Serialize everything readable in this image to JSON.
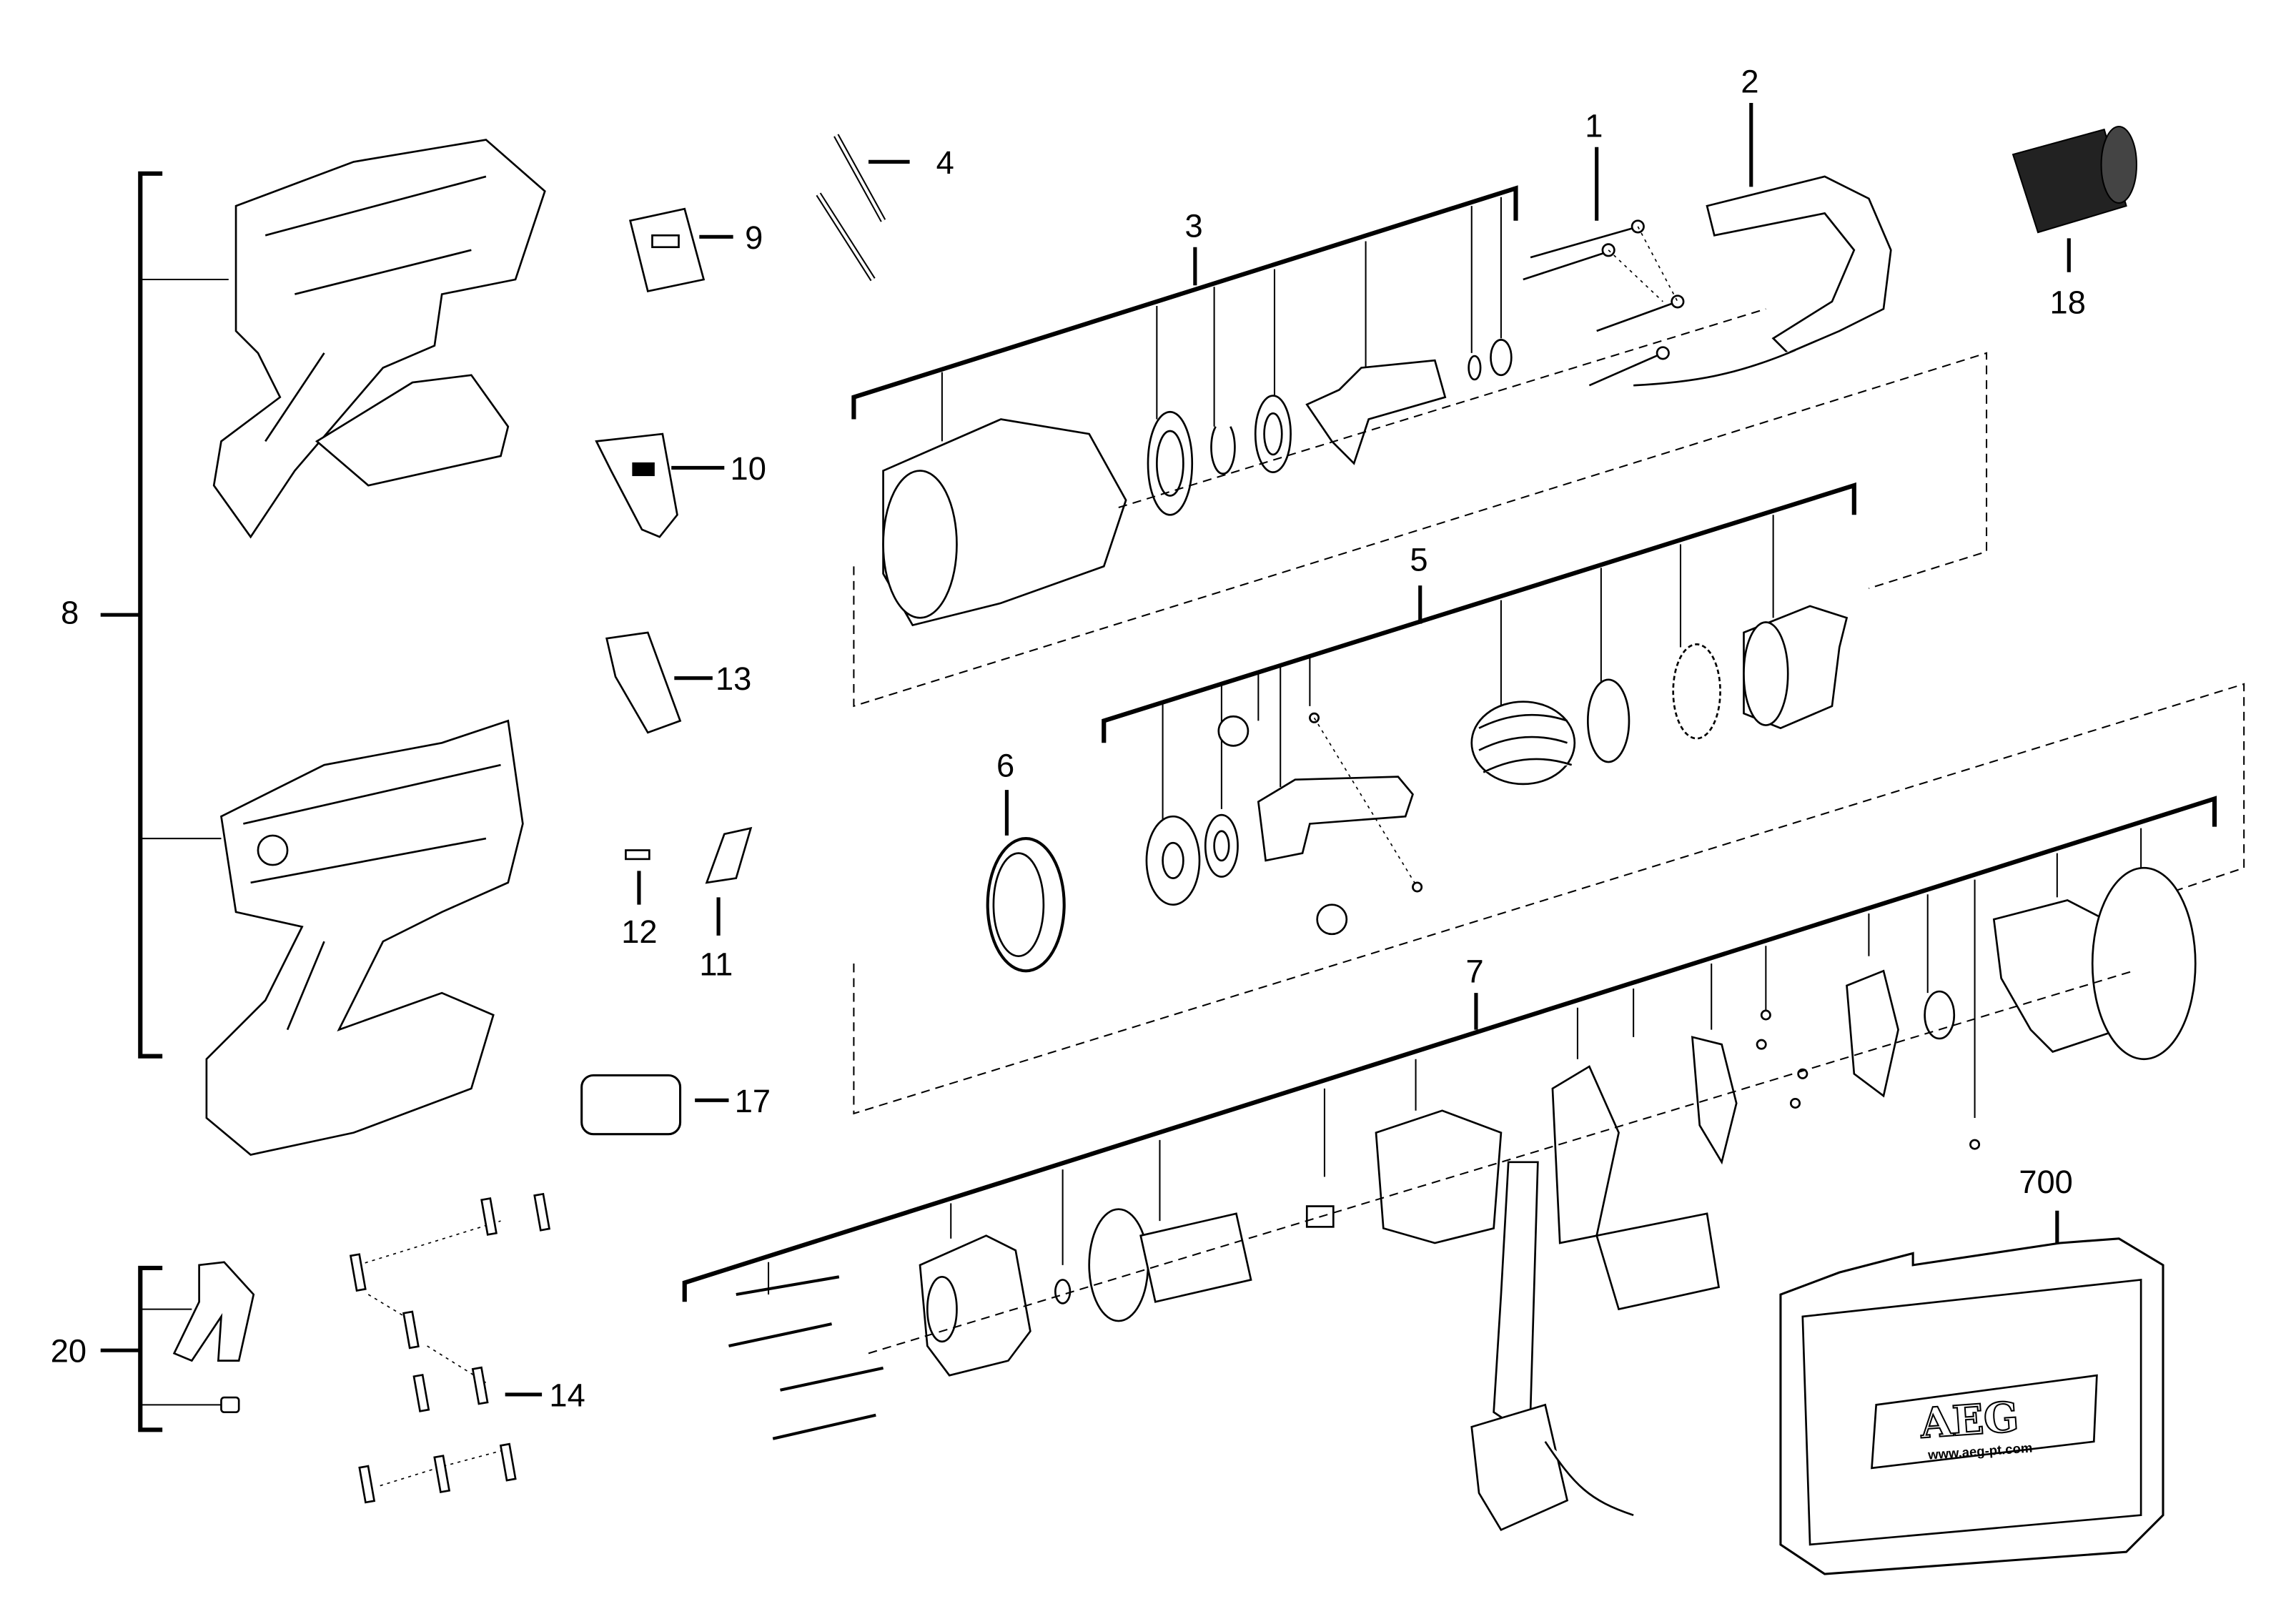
{
  "diagram": {
    "type": "exploded-parts-diagram",
    "callouts": {
      "p1": "1",
      "p2": "2",
      "p3": "3",
      "p4": "4",
      "p5": "5",
      "p6": "6",
      "p7": "7",
      "p8": "8",
      "p9": "9",
      "p10": "10",
      "p11": "11",
      "p12": "12",
      "p13": "13",
      "p14": "14",
      "p17": "17",
      "p18": "18",
      "p20": "20",
      "p700": "700"
    },
    "case": {
      "logo": "AEG",
      "url": "www.aeg-pt.com"
    }
  }
}
